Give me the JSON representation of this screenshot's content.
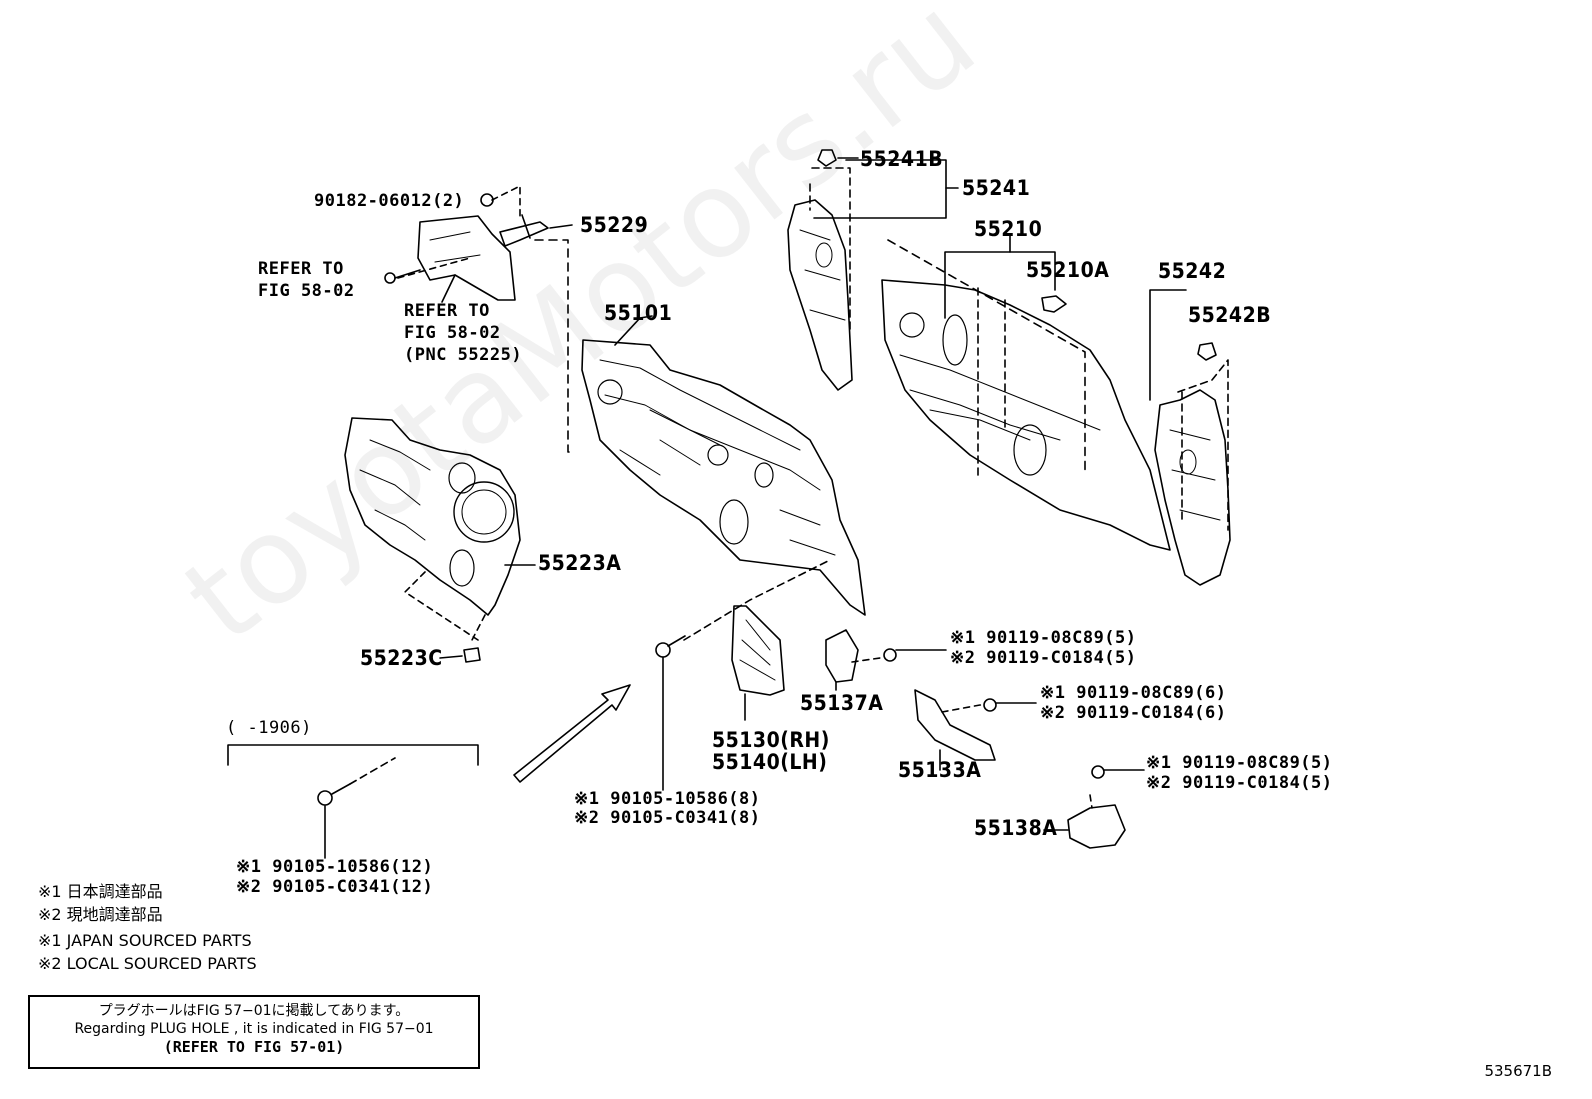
{
  "labels": {
    "p90182": "90182-06012(2)",
    "p55229": "55229",
    "refer_fig_1a": "REFER TO",
    "refer_fig_1b": "FIG 58-02",
    "refer_fig_2a": "REFER TO",
    "refer_fig_2b": "FIG 58-02",
    "refer_fig_2c": "(PNC 55225)",
    "p55101": "55101",
    "p55223A": "55223A",
    "p55223C": "55223C",
    "p55241B": "55241B",
    "p55241": "55241",
    "p55210": "55210",
    "p55210A": "55210A",
    "p55242": "55242",
    "p55242B": "55242B",
    "p55137A": "55137A",
    "p55130": "55130(RH)",
    "p55140": "55140(LH)",
    "p55133A": "55133A",
    "p55138A": "55138A",
    "date_range": "(    -1906)",
    "bolt_mid_1": "※1 90105-10586(8)",
    "bolt_mid_2": "※2 90105-C0341(8)",
    "bolt_left_1": "※1 90105-10586(12)",
    "bolt_left_2": "※2 90105-C0341(12)",
    "b55137_1": "※1 90119-08C89(5)",
    "b55137_2": "※2 90119-C0184(5)",
    "b55133_1": "※1 90119-08C89(6)",
    "b55133_2": "※2 90119-C0184(6)",
    "b55138_1": "※1 90119-08C89(5)",
    "b55138_2": "※2 90119-C0184(5)"
  },
  "legend": {
    "jp1": "※1 日本調達部品",
    "jp2": "※2 現地調達部品",
    "en1": "※1 JAPAN SOURCED PARTS",
    "en2": "※2 LOCAL SOURCED PARTS"
  },
  "note": {
    "line_jp": "プラグホールはFIG 57−01に掲載してあります。",
    "line_en": "Regarding  PLUG  HOLE , it is indicated in FIG  57−01",
    "line_ref": "(REFER TO FIG 57-01)"
  },
  "figure_id": "535671B",
  "watermark": "toyotaMotors.ru"
}
